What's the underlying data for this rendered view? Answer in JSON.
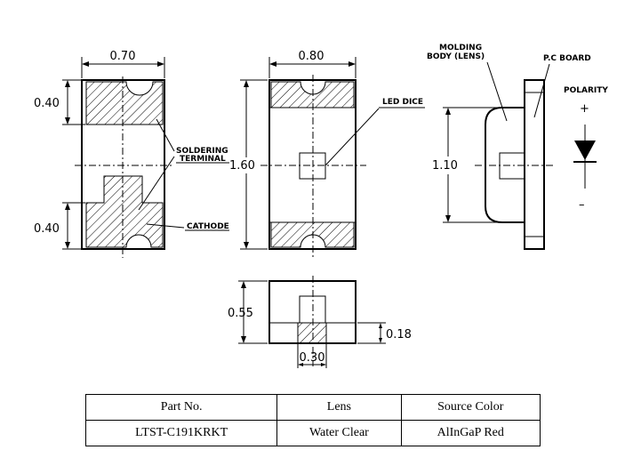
{
  "dimensions": {
    "top_width_1": "0.70",
    "top_width_2": "0.80",
    "pad_height_top": "0.40",
    "pad_height_bottom": "0.40",
    "length": "1.60",
    "lens_height": "1.10",
    "body_height": "0.55",
    "pcb_thickness": "0.18",
    "die_width": "0.30"
  },
  "labels": {
    "soldering_terminal_1": "SOLDERING",
    "soldering_terminal_2": "TERMINAL",
    "cathode": "CATHODE",
    "led_dice": "LED DICE",
    "molding_body_1": "MOLDING",
    "molding_body_2": "BODY (LENS)",
    "pc_board": "P.C BOARD",
    "polarity": "POLARITY",
    "plus": "+",
    "minus": "–"
  },
  "table": {
    "headers": [
      "Part No.",
      "Lens",
      "Source Color"
    ],
    "rows": [
      [
        "LTST-C191KRKT",
        "Water Clear",
        "AlInGaP Red"
      ]
    ]
  }
}
